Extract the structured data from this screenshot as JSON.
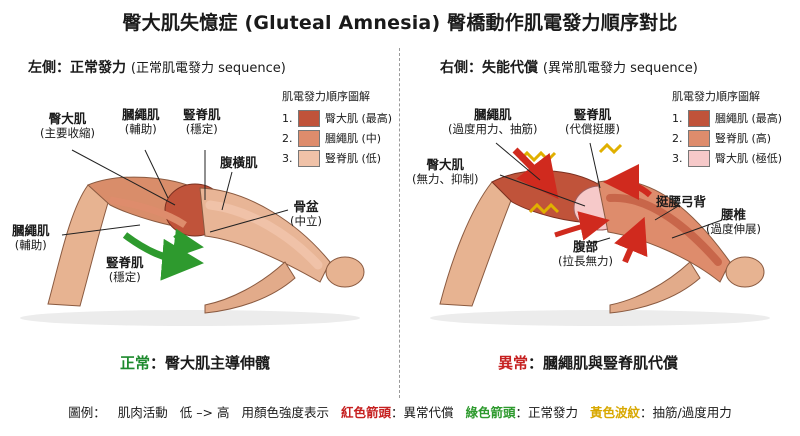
{
  "title": "臀大肌失憶症 (Gluteal Amnesia) 臀橋動作肌電發力順序對比",
  "left_panel": {
    "heading": "左側：正常發力",
    "heading_sub": "(正常肌電發力 sequence)",
    "labels": {
      "glute": {
        "name": "臀大肌",
        "note": "(主要收縮)"
      },
      "hamstring_top": {
        "name": "膕繩肌",
        "note": "(輔助)"
      },
      "erector": {
        "name": "豎脊肌",
        "note": "(穩定)"
      },
      "transverse": {
        "name": "腹橫肌",
        "note": ""
      },
      "pelvis": {
        "name": "骨盆",
        "note": "(中立)"
      },
      "hamstring_left": {
        "name": "膕繩肌",
        "note": "(輔助)"
      },
      "erector_low": {
        "name": "豎脊肌",
        "note": "(穩定)"
      }
    },
    "order_box": {
      "title": "肌電發力順序圖解",
      "items": [
        {
          "num": "1.",
          "label": "臀大肌 (最高)",
          "color": "#c0533a"
        },
        {
          "num": "2.",
          "label": "膕繩肌 (中)",
          "color": "#de8c6c"
        },
        {
          "num": "3.",
          "label": "豎脊肌 (低)",
          "color": "#f0c2a8"
        }
      ]
    },
    "caption_prefix": "正常",
    "caption_text": "：臀大肌主導伸髖",
    "caption_color": "#1e8a2e"
  },
  "right_panel": {
    "heading": "右側：失能代償",
    "heading_sub": "(異常肌電發力 sequence)",
    "labels": {
      "hamstring": {
        "name": "膕繩肌",
        "note": "(過度用力、抽筋)"
      },
      "erector": {
        "name": "豎脊肌",
        "note": "(代償挺腰)"
      },
      "glute": {
        "name": "臀大肌",
        "note": "(無力、抑制)"
      },
      "arch": {
        "name": "挺腰弓背",
        "note": ""
      },
      "lumbar": {
        "name": "腰椎",
        "note": "(過度伸展)"
      },
      "abdomen": {
        "name": "腹部",
        "note": "(拉長無力)"
      }
    },
    "order_box": {
      "title": "肌電發力順序圖解",
      "items": [
        {
          "num": "1.",
          "label": "膕繩肌 (最高)",
          "color": "#c0533a"
        },
        {
          "num": "2.",
          "label": "豎脊肌 (高)",
          "color": "#de8c6c"
        },
        {
          "num": "3.",
          "label": "臀大肌 (極低)",
          "color": "#f6c9c9"
        }
      ]
    },
    "caption_prefix": "異常",
    "caption_text": "：膕繩肌與豎脊肌代償",
    "caption_color": "#c62020"
  },
  "legend": {
    "intro": "圖例：",
    "activity": "肌肉活動",
    "scale": "低 –> 高",
    "intensity": "用顏色強度表示",
    "red_key": "紅色箭頭",
    "red_desc": "：異常代償",
    "green_key": "綠色箭頭",
    "green_desc": "：正常發力",
    "yellow_key": "黃色波紋",
    "yellow_desc": "：抽筋/過度用力",
    "colors": {
      "red": "#c62020",
      "green": "#2e9a2e",
      "yellow": "#d8a800"
    }
  }
}
